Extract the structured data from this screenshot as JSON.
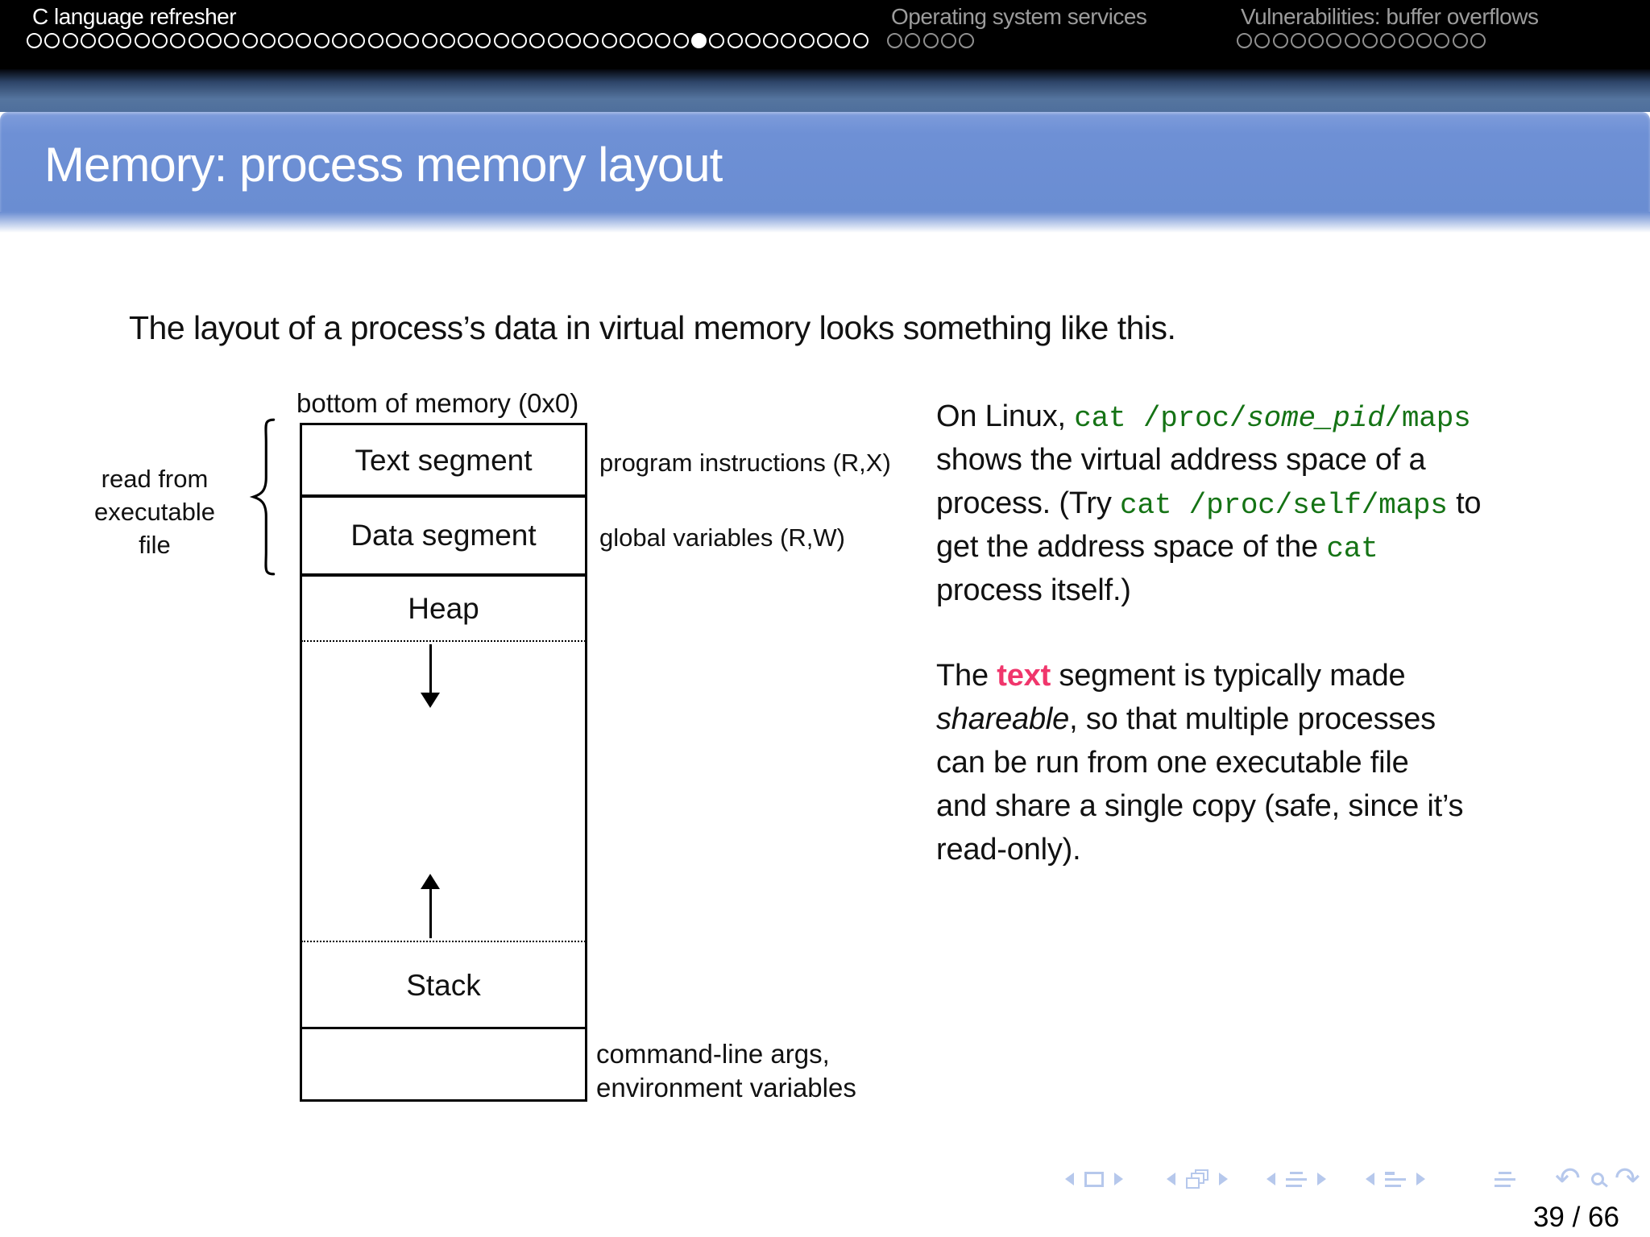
{
  "nav_sections": [
    {
      "label": "C language refresher",
      "active": true,
      "dot_count": 47,
      "active_dot": 38
    },
    {
      "label": "Operating system services",
      "active": false,
      "dot_count": 5,
      "active_dot": 0
    },
    {
      "label": "Vulnerabilities: buffer overflows",
      "active": false,
      "dot_count": 14,
      "active_dot": 0
    }
  ],
  "frame_title": "Memory: process memory layout",
  "intro": "The layout of a process’s data in virtual memory looks something like this.",
  "diagram": {
    "top_label": "bottom of memory (0x0)",
    "brace_label_lines": [
      "read from",
      "executable",
      "file"
    ],
    "segments": {
      "text": "Text segment",
      "data": "Data segment",
      "heap": "Heap",
      "stack": "Stack"
    },
    "annotations": {
      "text_seg": "program instructions (R,X)",
      "data_seg": "global variables (R,W)",
      "args_line1": "command-line args,",
      "args_line2": "environment variables"
    }
  },
  "right_column": {
    "para1_lines": [
      [
        {
          "t": "On Linux,  "
        },
        {
          "t": "cat /proc/"
        },
        {
          "t": "some_pid"
        },
        {
          "t": "/maps"
        }
      ],
      [
        {
          "t": "shows the virtual address space of a"
        }
      ],
      [
        {
          "t": "process. (Try "
        },
        {
          "t": "cat /proc/self/maps"
        },
        {
          "t": " to"
        }
      ],
      [
        {
          "t": "get the address space of the "
        },
        {
          "t": "cat"
        }
      ],
      [
        {
          "t": "process itself.)"
        }
      ]
    ],
    "para2_lines": [
      [
        {
          "t": "The "
        },
        {
          "t": "text"
        },
        {
          "t": " segment is typically made"
        }
      ],
      [
        {
          "t": "shareable"
        },
        {
          "t": ", so that multiple processes"
        }
      ],
      [
        {
          "t": "can be run from one executable file"
        }
      ],
      [
        {
          "t": "and share a single copy (safe, since it’s"
        }
      ],
      [
        {
          "t": "read-only)."
        }
      ]
    ]
  },
  "footer": {
    "page_indicator": "39 / 66",
    "icons": [
      "slide-back",
      "slide",
      "slide-forward",
      "frame-back",
      "frames",
      "frame-forward",
      "subsection-back",
      "subsection-lines",
      "subsection-forward",
      "section-back",
      "section-lines",
      "section-forward",
      "presentation-lines",
      "undo",
      "search",
      "redo"
    ]
  },
  "colors": {
    "frametitle_blue": "#6c8fd4",
    "header_band_blue": "#54749f",
    "code_green": "#157315",
    "alert_pink": "#f0366c",
    "nav_symbol_blue": "#b6c8ec",
    "inactive_gray": "#9c9c9c",
    "topbar_black": "#000000"
  }
}
